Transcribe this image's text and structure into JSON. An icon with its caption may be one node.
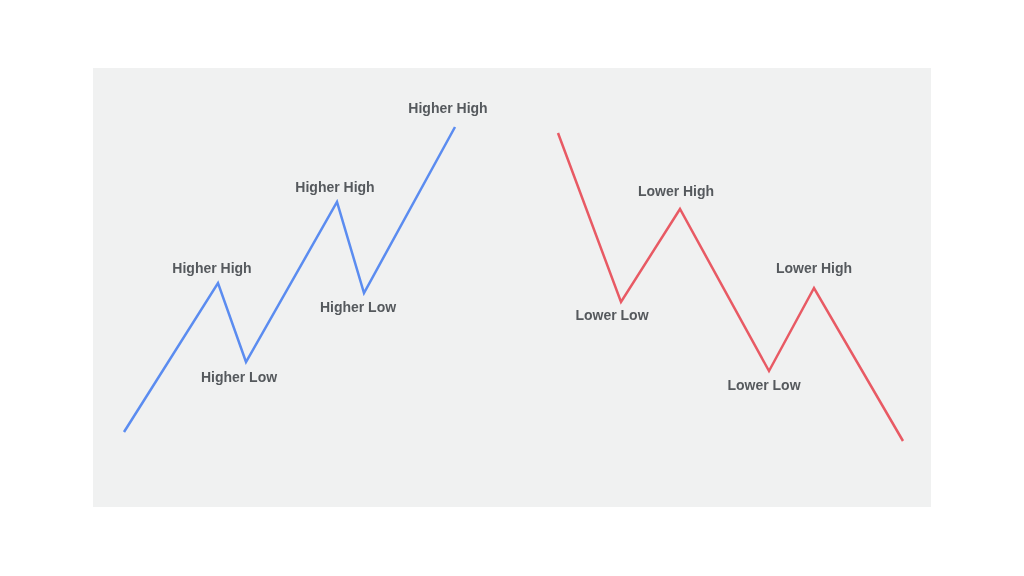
{
  "diagram": {
    "labels": [
      "Higher High",
      "Higher Low",
      "Higher High",
      "Higher Low",
      "Higher High",
      "Lower Low",
      "Lower High",
      "Lower Low",
      "Lower High"
    ]
  }
}
